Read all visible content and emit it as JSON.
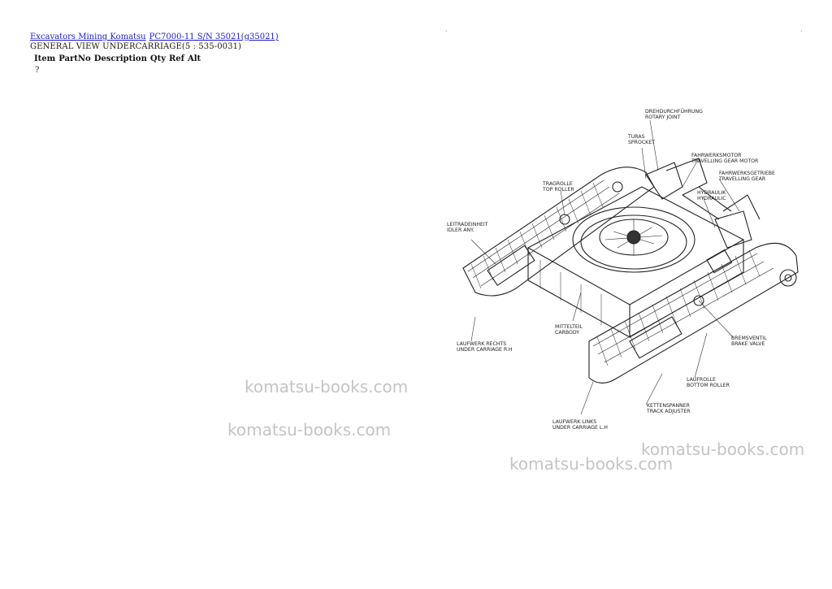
{
  "breadcrumb": {
    "link1": "Excavators Mining Komatsu",
    "link2": "PC7000-11 S/N 35021(g35021)"
  },
  "subtitle": "GENERAL VIEW UNDERCARRIAGE(5 : 535-0031)",
  "table_header": [
    "Item",
    "PartNo",
    "Description",
    "Qty",
    "Ref",
    "Alt"
  ],
  "placeholder_char": "?",
  "watermarks": [
    "komatsu-books.com",
    "komatsu-books.com",
    "komatsu-books.com",
    "komatsu-books.com"
  ],
  "diagram_labels": {
    "rotary_joint": [
      "DREHDURCHFÜHRUNG",
      "ROTARY JOINT"
    ],
    "sprocket": [
      "TURAS",
      "SPROCKET"
    ],
    "travel_motor": [
      "FAHRWERKSMOTOR",
      "TRAVELLING GEAR MOTOR"
    ],
    "travel_gear": [
      "FAHRWERKSGETRIEBE",
      "TRAVELLING GEAR"
    ],
    "top_roller": [
      "TRAGROLLE",
      "TOP ROLLER"
    ],
    "hydraulic": [
      "HYDRAULIK",
      "HYDRAULIC"
    ],
    "idler": [
      "LEITRADEINHEIT",
      "IDLER ANY."
    ],
    "carbody": [
      "MITTELTEIL",
      "CARBODY"
    ],
    "brake_valve": [
      "BREMSVENTIL",
      "BRAKE VALVE"
    ],
    "uc_rh": [
      "LAUFWERK RECHTS",
      "UNDER CARRIAGE R.H"
    ],
    "bottom_roller": [
      "LAUFROLLE",
      "BOTTOM ROLLER"
    ],
    "track_adjuster": [
      "KETTENSPANNER",
      "TRACK ADJUSTER"
    ],
    "uc_lh": [
      "LAUFWERK LINKS",
      "UNDER CARRIAGE L.H"
    ]
  }
}
